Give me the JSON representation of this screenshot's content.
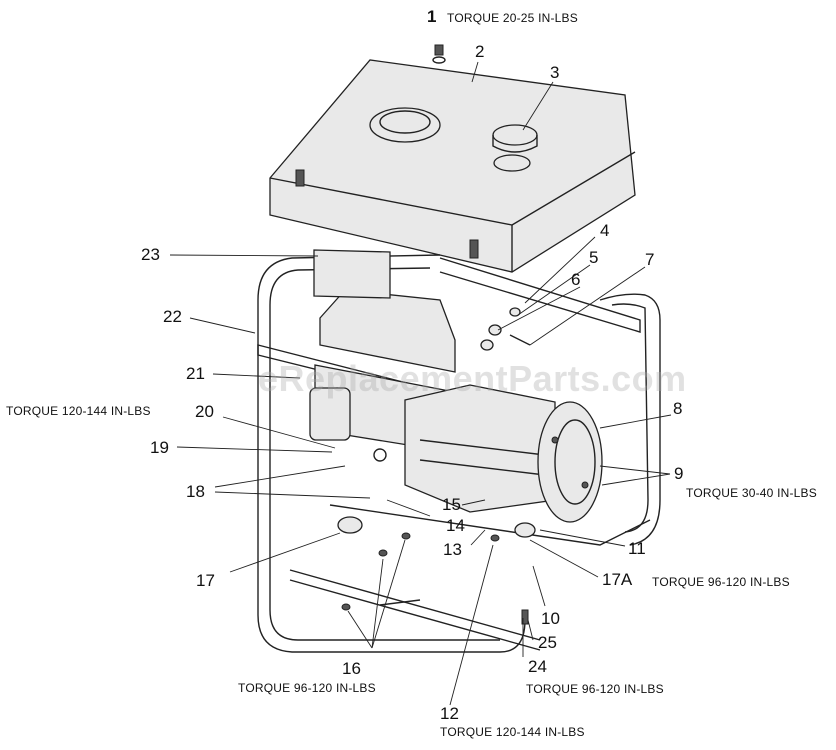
{
  "labels": {
    "n1": "1",
    "n2": "2",
    "n3": "3",
    "n4": "4",
    "n5": "5",
    "n6": "6",
    "n7": "7",
    "n8": "8",
    "n9": "9",
    "n10": "10",
    "n11": "11",
    "n12": "12",
    "n13": "13",
    "n14": "14",
    "n15": "15",
    "n16": "16",
    "n17": "17",
    "n17a": "17A",
    "n18": "18",
    "n19": "19",
    "n20": "20",
    "n21": "21",
    "n22": "22",
    "n23": "23",
    "n24": "24",
    "n25": "25"
  },
  "torque": {
    "t1": "TORQUE 20-25 IN-LBS",
    "t20": "TORQUE 120-144 IN-LBS",
    "t9": "TORQUE 30-40 IN-LBS",
    "t17a": "TORQUE 96-120 IN-LBS",
    "t16": "TORQUE 96-120 IN-LBS",
    "t24": "TORQUE 96-120 IN-LBS",
    "t12": "TORQUE 120-144 IN-LBS"
  },
  "watermark": "eReplacementParts.com",
  "colors": {
    "ink": "#111111",
    "watermark": "#aaaaaa",
    "background": "#ffffff"
  }
}
